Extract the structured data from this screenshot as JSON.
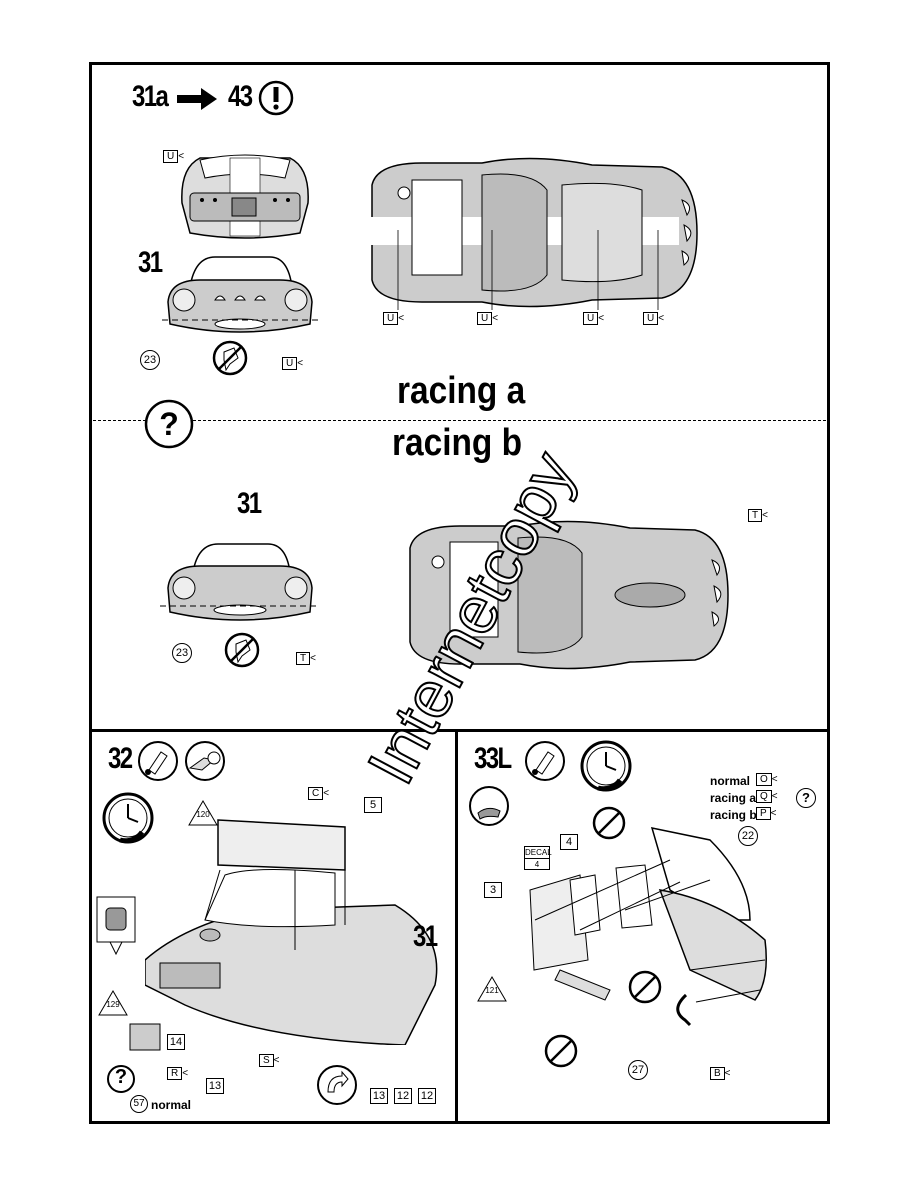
{
  "top_panel": {
    "step_from": "31a",
    "step_to": "43",
    "arrow_icon": "right-arrow-icon",
    "warning_icon": "exclamation-icon",
    "upper_heading": "racing a",
    "lower_heading": "racing b",
    "question_icon": "question-mark-icon",
    "upper_part": "31",
    "lower_part": "31",
    "upper_decal_labels": [
      "U",
      "U",
      "U",
      "U",
      "U",
      "U"
    ],
    "lower_decal_labels": [
      "T",
      "T"
    ],
    "upper_part_23": "23",
    "lower_part_23": "23",
    "no_glue_icon": "no-glue-icon"
  },
  "watermark": "Internetcopy",
  "step32": {
    "step": "32",
    "icons": [
      "glue-tube-icon",
      "paint-icon",
      "clock-icon"
    ],
    "part_5": "5",
    "part_31": "31",
    "part_14": "14",
    "part_13a": "13",
    "decal_c": "C",
    "decal_s": "S",
    "decal_r": "R",
    "paint_120": "120",
    "paint_129": "129",
    "question": "?",
    "part_57": "57",
    "normal_label": "normal",
    "parts_row": [
      "13",
      "12",
      "12"
    ]
  },
  "step33": {
    "step": "33L",
    "icons": [
      "glue-icon",
      "clock-icon",
      "wipe-icon"
    ],
    "variants": [
      {
        "label": "normal",
        "decal": "O"
      },
      {
        "label": "racing a",
        "decal": "Q"
      },
      {
        "label": "racing b",
        "decal": "P"
      }
    ],
    "question": "?",
    "part_22": "22",
    "part_4": "4",
    "part_3": "3",
    "decal_box_title": "DECAL",
    "decal_box_num": "4",
    "paint_121": "121",
    "part_27": "27",
    "decal_b": "B"
  }
}
